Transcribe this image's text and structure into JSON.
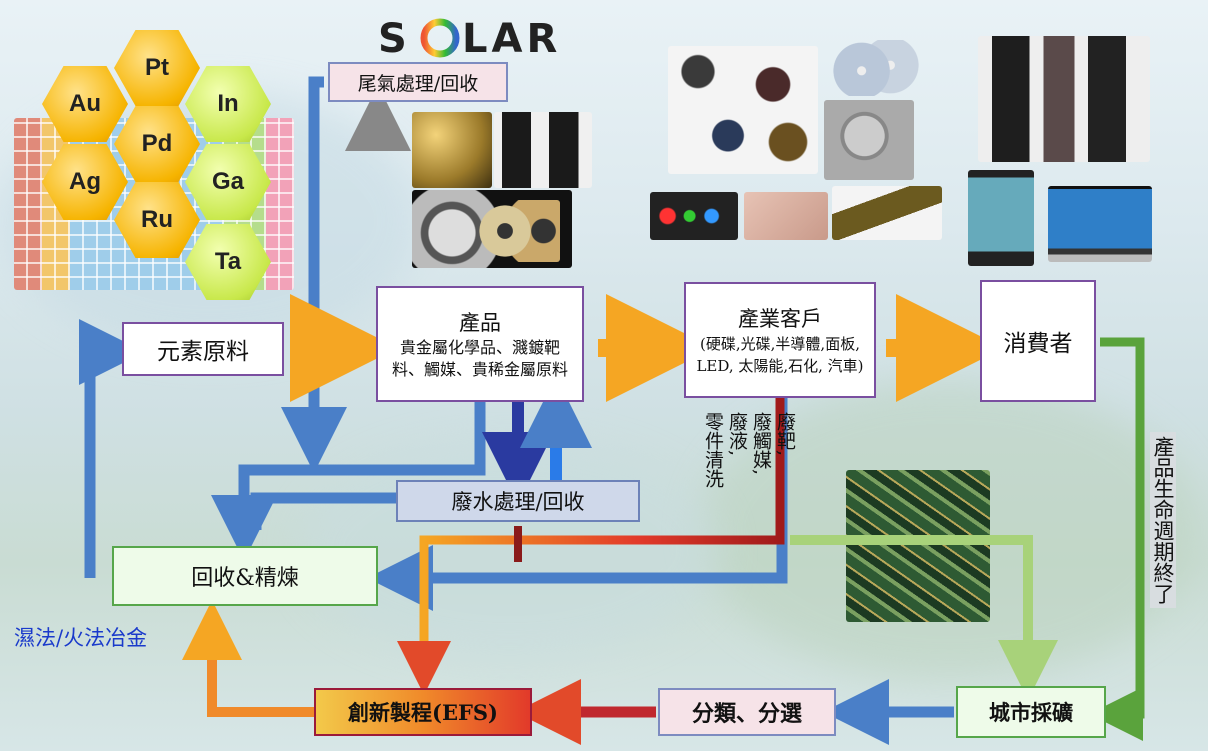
{
  "logo": "SOLAR",
  "elements": [
    "Pt",
    "Au",
    "In",
    "Pd",
    "Ag",
    "Ga",
    "Ru",
    "Ta"
  ],
  "boxes": {
    "exhaust": "尾氣處理/回收",
    "raw_materials": "元素原料",
    "product_title": "產品",
    "product_body": "貴金屬化學品、濺鍍靶料、觸媒、貴稀金屬原料",
    "industry_title": "產業客戶",
    "industry_body": "(硬碟,光碟,半導體,面板, LED, 太陽能,石化, 汽車)",
    "consumer": "消費者",
    "wastewater": "廢水處理/回收",
    "recycle_refine": "回收&精煉",
    "efs": "創新製程(EFS)",
    "sorting": "分類、分選",
    "urban_mining": "城市採礦"
  },
  "labels": {
    "metallurgy": "濕法/火法冶金",
    "waste_col1": "廢靶,",
    "waste_col2": "廢觸媒,",
    "waste_col3": "廢液,",
    "waste_col4": "零件清洗",
    "lifecycle": "產品生命週期終了"
  },
  "colors": {
    "blue_arrow": "#4a7fc8",
    "orange_arrow": "#f5a623",
    "green_arrow": "#5aa33c",
    "red_arrow": "#c0282e",
    "purple_border": "#7a4fa0"
  }
}
